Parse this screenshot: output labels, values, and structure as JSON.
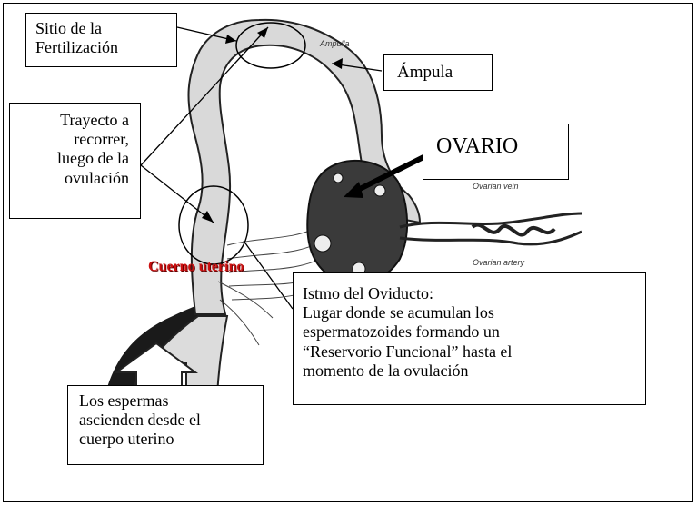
{
  "labels": {
    "fertilization_site": [
      "Sitio de la",
      "Fertilización"
    ],
    "ampulla": "Ámpula",
    "path": [
      "Trayecto a",
      "recorrer,",
      "luego de la",
      "ovulación"
    ],
    "ovary": "OVARIO",
    "isthmus": [
      "Istmo del Oviducto:",
      "Lugar donde se acumulan los",
      "espermatozoides formando un",
      "“Reservorio Funcional” hasta el",
      "momento de la ovulación"
    ],
    "sperm": [
      "Los espermas",
      "ascienden desde el",
      "cuerpo uterino"
    ],
    "uterine_horn": [
      "Cuerno",
      "uterino"
    ],
    "ampulla_small": "Ampulla",
    "ovarian_vein": "Ovarian vein",
    "ovarian_artery": "Ovarian artery"
  }
}
